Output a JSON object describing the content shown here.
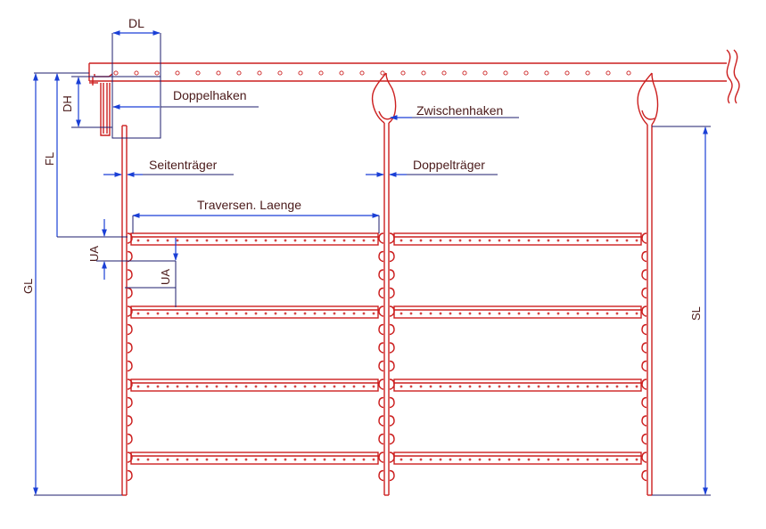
{
  "labels": {
    "dl": "DL",
    "dh": "DH",
    "doppelhaken": "Doppelhaken",
    "zwischenhaken": "Zwischenhaken",
    "fl": "FL",
    "seitentraeger": "Seitenträger",
    "doppeltraeger": "Doppelträger",
    "traversen_laenge": "Traversen. Laenge",
    "ua_1": "UA",
    "ua_2": "UA",
    "gl": "GL",
    "sl": "SL"
  },
  "colors": {
    "structure": "#cc1f1f",
    "dimension_arrows": "#1a3fd6",
    "leader_lines": "#1d1d6e",
    "text": "#4a1a1a"
  },
  "structure": {
    "upright_count": 3,
    "traverse_levels": 4,
    "traverses_per_level": 2,
    "top_rail_holes": 26
  }
}
